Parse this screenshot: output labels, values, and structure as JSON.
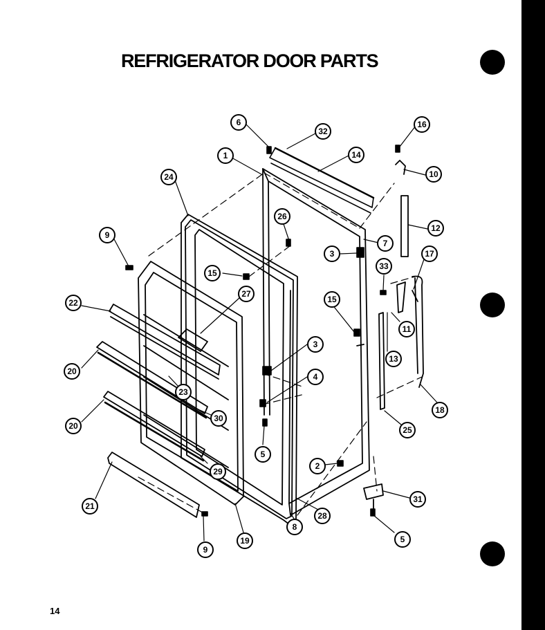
{
  "title": "REFRIGERATOR DOOR PARTS",
  "page_number": "14",
  "callouts": [
    "6",
    "32",
    "16",
    "1",
    "14",
    "10",
    "24",
    "26",
    "12",
    "9",
    "7",
    "3",
    "33",
    "17",
    "15",
    "27",
    "15",
    "22",
    "3",
    "11",
    "13",
    "20",
    "4",
    "23",
    "30",
    "18",
    "20",
    "25",
    "5",
    "2",
    "29",
    "21",
    "31",
    "28",
    "9",
    "19",
    "8",
    "5"
  ]
}
